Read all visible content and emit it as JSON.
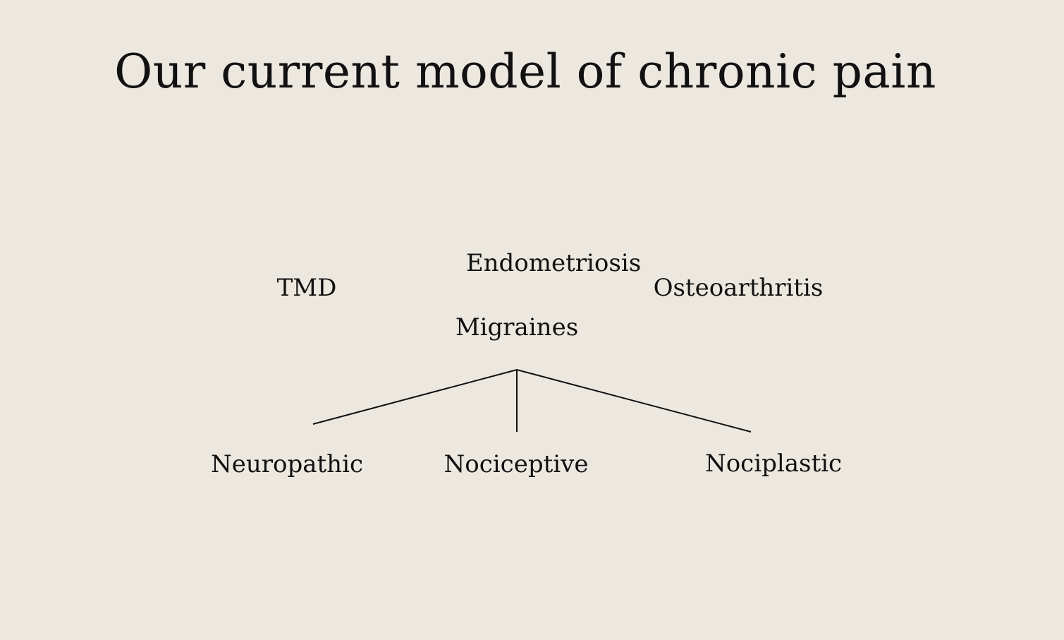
{
  "background_color": "#ECE8E0",
  "text_color": "#111111",
  "title": "Our current model of chronic pain",
  "conditions": {
    "endometriosis": "Endometriosis",
    "tmd": "TMD",
    "osteoarthritis": "Osteoarthritis",
    "migraines": "Migraines"
  },
  "categories": {
    "neuropathic": "Neuropathic",
    "nociceptive": "Nociceptive",
    "nociplastic": "Nociplastic"
  }
}
